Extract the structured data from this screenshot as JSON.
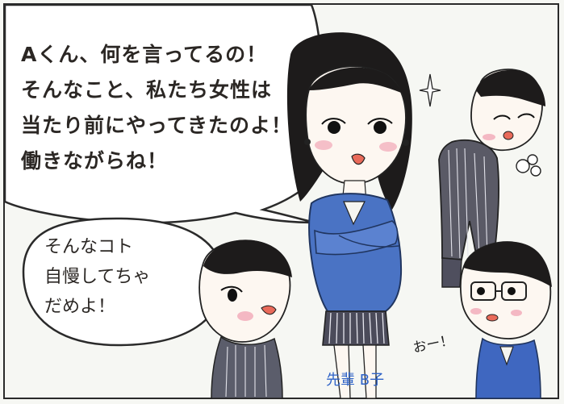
{
  "speech_bubble_1": {
    "text": "Aくん、何を言ってるの！\nそんなこと、私たち女性は\n当たり前にやってきたのよ！\n働きながらね！"
  },
  "speech_bubble_2": {
    "text": "そんなコト\n自慢してちゃ\nだめよ！"
  },
  "caption": {
    "text": "先輩 B子"
  },
  "sound_effect": {
    "text": "おー！"
  },
  "colors": {
    "suit": "#4a73c4",
    "suit_dark": "#2d4f98",
    "hair": "#1d1b1b",
    "skirt": "#4b4b5a"
  }
}
